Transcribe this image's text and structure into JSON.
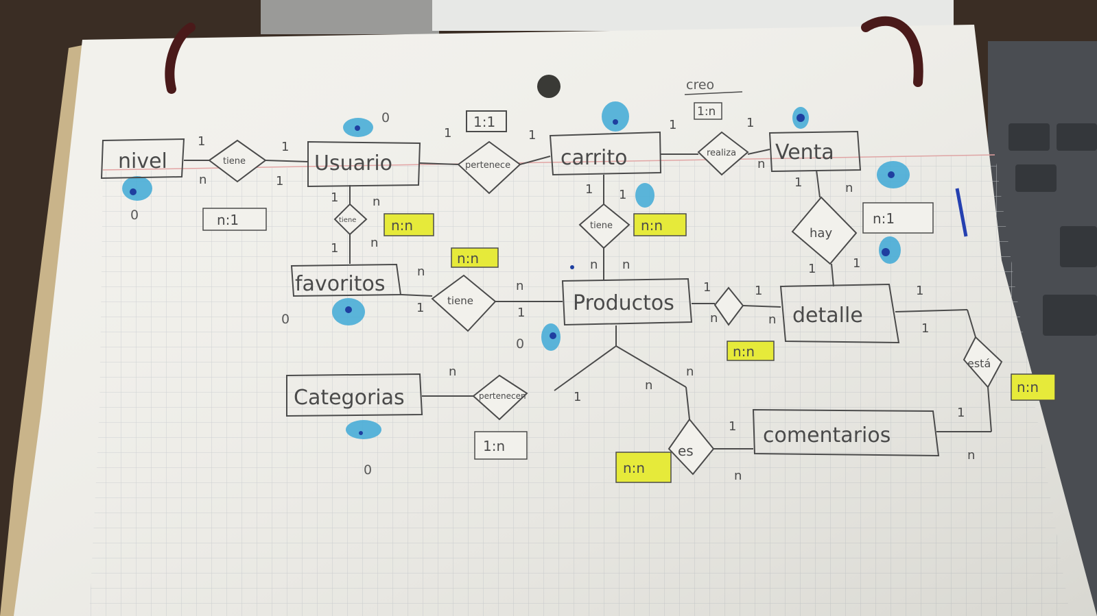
{
  "entities": [
    {
      "id": "nivel",
      "label": "nivel"
    },
    {
      "id": "usuario",
      "label": "Usuario"
    },
    {
      "id": "carrito",
      "label": "carrito"
    },
    {
      "id": "venta",
      "label": "Venta"
    },
    {
      "id": "favoritos",
      "label": "favoritos"
    },
    {
      "id": "productos",
      "label": "Productos"
    },
    {
      "id": "detalle",
      "label": "detalle"
    },
    {
      "id": "categorias",
      "label": "Categorias"
    },
    {
      "id": "comentarios",
      "label": "comentarios"
    }
  ],
  "relationships": [
    {
      "id": "tiene-nivel",
      "label": "tiene"
    },
    {
      "id": "pertenece-carrito",
      "label": "pertenece"
    },
    {
      "id": "realiza",
      "label": "realiza"
    },
    {
      "id": "tiene-fav",
      "label": "tiene"
    },
    {
      "id": "tiene-carrito",
      "label": "tiene"
    },
    {
      "id": "hay",
      "label": "hay"
    },
    {
      "id": "tiene-prod",
      "label": "tiene"
    },
    {
      "id": "prod-detalle",
      "label": ""
    },
    {
      "id": "pertenecen",
      "label": "pertenecen"
    },
    {
      "id": "es",
      "label": "es"
    },
    {
      "id": "esta",
      "label": "está"
    }
  ],
  "cardinality_boxes": [
    {
      "id": "usuario-carrito",
      "label": "1:1",
      "highlight": false
    },
    {
      "id": "realiza",
      "label": "1:n",
      "highlight": false
    },
    {
      "id": "nivel-usuario",
      "label": "n:1",
      "highlight": false
    },
    {
      "id": "usuario-favoritos",
      "label": "n:n",
      "highlight": true
    },
    {
      "id": "favoritos-productos",
      "label": "n:n",
      "highlight": true
    },
    {
      "id": "carrito-productos",
      "label": "n:n",
      "highlight": true
    },
    {
      "id": "venta-detalle",
      "label": "n:1",
      "highlight": false
    },
    {
      "id": "productos-detalle",
      "label": "n:n",
      "highlight": true
    },
    {
      "id": "detalle-comentarios",
      "label": "n:n",
      "highlight": true
    },
    {
      "id": "categorias-productos",
      "label": "1:n",
      "highlight": false
    },
    {
      "id": "productos-comentarios",
      "label": "n:n",
      "highlight": true
    }
  ],
  "annotations": {
    "creo": "creo",
    "zero_marks": [
      "0",
      "0",
      "0",
      "0",
      "0"
    ]
  },
  "cardinality_marks": [
    "1",
    "1",
    "n",
    "1",
    "1",
    "1",
    "1",
    "1",
    "n",
    "1",
    "n",
    "1",
    "n",
    "1",
    "1",
    "n",
    "n",
    "1",
    "n",
    "1",
    "1",
    "n",
    "1",
    "n",
    "1",
    "1",
    "n",
    "1",
    "n",
    "1",
    "1",
    "n",
    "1",
    "n",
    "n",
    "1",
    "n",
    "1",
    "n"
  ],
  "colors": {
    "paper": "#f2f1ec",
    "grid": "#c9ccd0",
    "pencil": "#4a4a4a",
    "blue_marker": "#3fa9d6",
    "blue_dot": "#1f3fa0",
    "highlighter": "#e6ea3a",
    "margin_line": "#e3a0a0",
    "string": "#4a1a1a"
  }
}
